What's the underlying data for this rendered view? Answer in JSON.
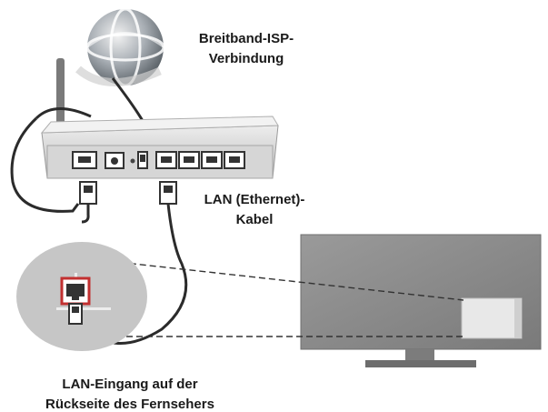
{
  "labels": {
    "isp_line1": "Breitband-ISP-",
    "isp_line2": "Verbindung",
    "lan_line1": "LAN (Ethernet)-",
    "lan_line2": "Kabel",
    "tv_line1": "LAN-Eingang auf der",
    "tv_line2": "Rückseite des Fernsehers"
  },
  "colors": {
    "router_body": "#e2e2e2",
    "router_panel": "#c9c9c9",
    "tv_screen": "#8e8e8e",
    "zoom_circle": "#c4c4c4",
    "highlight_port": "#c23030",
    "cable": "#2b2b2b",
    "globe": "#9aa0a6"
  },
  "icons": [
    "globe-icon",
    "router-icon",
    "ethernet-plug-icon",
    "television-icon",
    "lan-port-icon"
  ]
}
